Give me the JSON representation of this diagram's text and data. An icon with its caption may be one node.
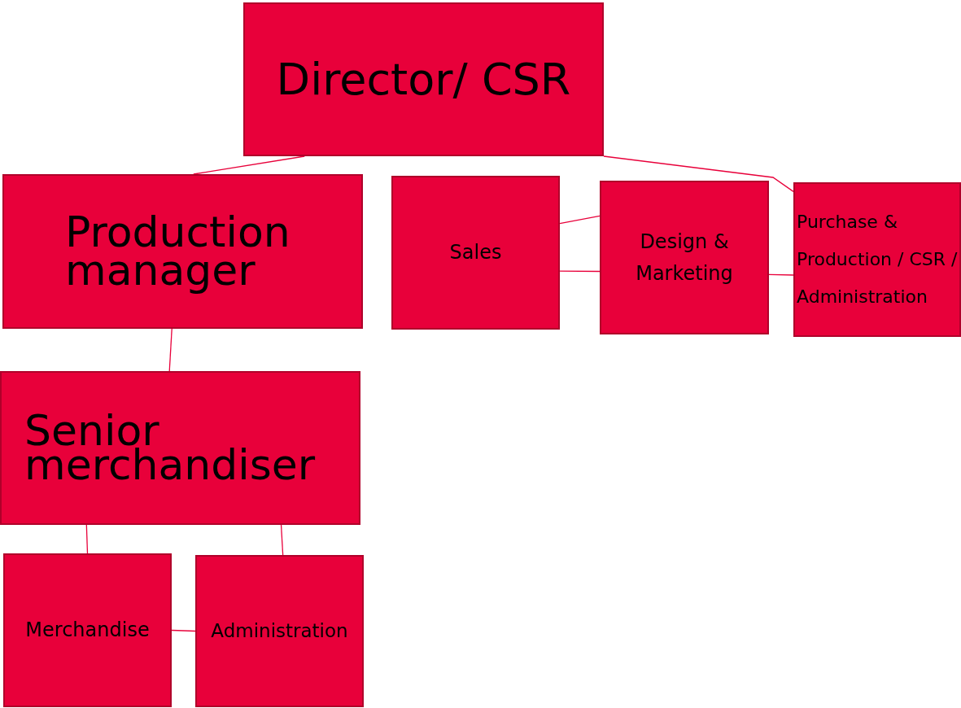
{
  "diagram": {
    "nodes": [
      {
        "text": [
          "Director/ CSR"
        ]
      },
      {
        "text": [
          "Production manager"
        ]
      },
      {
        "text": [
          "Sales"
        ]
      },
      {
        "text": [
          "Design & Marketing"
        ]
      },
      {
        "text": [
          "Purchase & Production / CSR / Administration"
        ]
      },
      {
        "text": [
          "Senior merchandiser"
        ]
      },
      {
        "text": [
          "Merchandise"
        ]
      },
      {
        "text": [
          "Administration"
        ]
      }
    ],
    "edges": [
      {
        "from": 0,
        "to": 1,
        "arrow": "none"
      },
      {
        "from": 0,
        "to": 4,
        "arrow": "none"
      },
      {
        "from": 2,
        "to": 3,
        "arrow": "none"
      },
      {
        "from": 2,
        "to": 3,
        "arrow": "none"
      },
      {
        "from": 3,
        "to": 4,
        "arrow": "none"
      },
      {
        "from": 1,
        "to": 5,
        "arrow": "none"
      },
      {
        "from": 5,
        "to": 6,
        "arrow": "none"
      },
      {
        "from": 5,
        "to": 7,
        "arrow": "none"
      },
      {
        "from": 6,
        "to": 7,
        "arrow": "none"
      }
    ]
  }
}
